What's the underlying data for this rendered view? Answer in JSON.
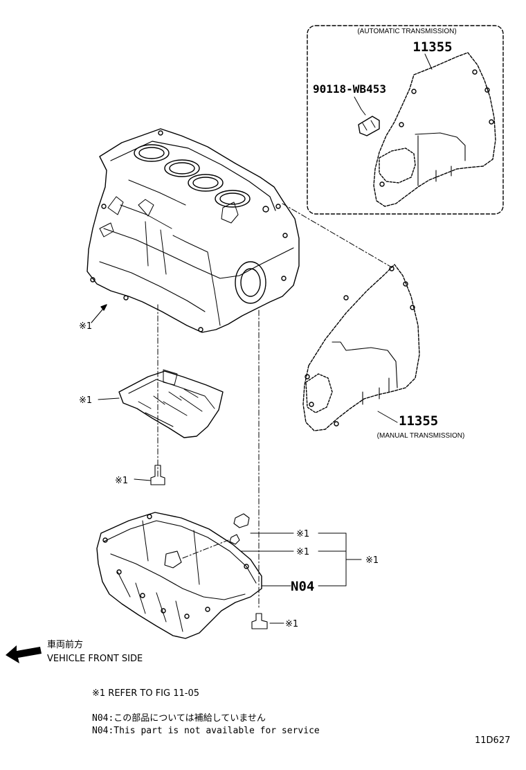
{
  "callouts": {
    "auto_caption": "(AUTOMATIC TRANSMISSION)",
    "auto_part": "11355",
    "bolt_part": "90118-WB453",
    "manual_part": "11355",
    "manual_caption": "(MANUAL TRANSMISSION)",
    "oil_pan_part": "N04",
    "ref_mark": "※1"
  },
  "front": {
    "jp": "車両前方",
    "en": "VEHICLE FRONT SIDE"
  },
  "notes": {
    "ref": "※1  REFER TO FIG 11-05",
    "n04_jp": "N04:この部品については補給していません",
    "n04_en": "N04:This part is not available for service"
  },
  "figure_id": "11D627"
}
